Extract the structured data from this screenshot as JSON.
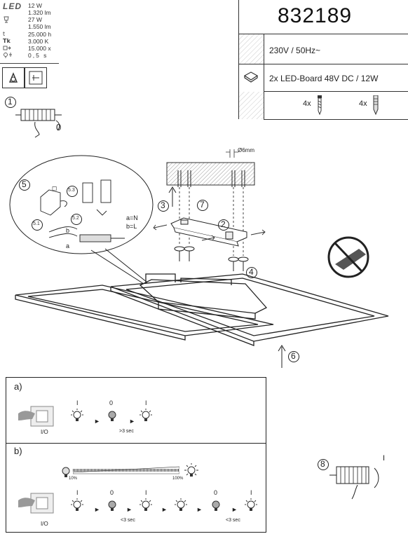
{
  "specs": {
    "logo": "LED",
    "rows": [
      {
        "icon": "",
        "value": "12 W"
      },
      {
        "icon": "",
        "value": "1.320 lm"
      },
      {
        "icon": "lamp-icon",
        "value": "27 W"
      },
      {
        "icon": "",
        "value": "1.550 lm"
      },
      {
        "icon": "t",
        "value": "25.000 h"
      },
      {
        "icon": "Tk",
        "value": "3.000 K"
      },
      {
        "icon": "switch-cycles-icon",
        "value": "15.000 x"
      },
      {
        "icon": "warmup-icon",
        "value": "0,5 s"
      }
    ]
  },
  "header": {
    "model": "832189",
    "voltage": "230V / 50Hz~",
    "board": "2x LED-Board 48V DC / 12W",
    "screws_qty": "4x",
    "plugs_qty": "4x"
  },
  "steps": {
    "s1": "1",
    "s2": "2",
    "s3": "3",
    "s4": "4",
    "s5": "5",
    "s6": "6",
    "s7": "7",
    "s8": "8",
    "s51": "5.1",
    "s52": "5.2",
    "s53": "5.3",
    "zero": "0",
    "one": "I"
  },
  "drill": "Ø6mm",
  "wiring": {
    "an": "a=N",
    "bl": "b=L",
    "a": "a",
    "b": "b"
  },
  "panel_a": {
    "label": "a)",
    "switch_label": "I/O",
    "seq": [
      "I",
      "0",
      "I"
    ],
    "note": ">3 sec"
  },
  "panel_b": {
    "label": "b)",
    "dim_min": "10%",
    "dim_max": "100%",
    "switch_label": "I/O",
    "seq": [
      "I",
      "0",
      "I",
      "I",
      "0",
      "I"
    ],
    "note1": "<3 sec",
    "note2": "<3 sec"
  },
  "colors": {
    "line": "#222222",
    "hatch": "#cfcfcf"
  }
}
